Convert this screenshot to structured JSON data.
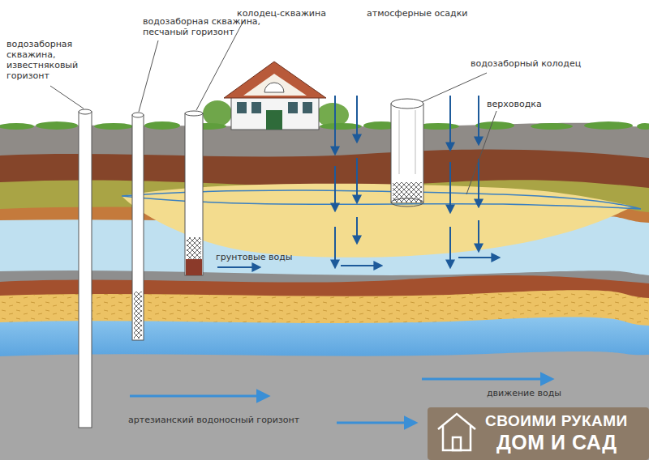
{
  "diagram": {
    "labels": [
      "водозаборная скважина, известняковый горизонт",
      "водозаборная скважина, песчаный горизонт",
      "колодец-скважина",
      "атмосферные осадки",
      "водозаборный колодец",
      "верховодка",
      "грунтовые воды",
      "артезианский водоносный горизонт",
      "движение воды",
      "СВОИМИ РУКАМИ",
      "ДОМ И САД"
    ]
  }
}
